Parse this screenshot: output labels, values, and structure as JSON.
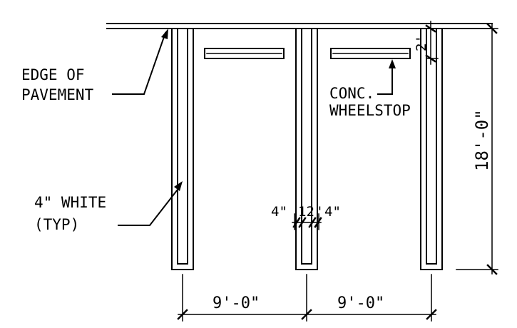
{
  "labels": {
    "edge_line1": "EDGE OF",
    "edge_line2": "PAVEMENT",
    "wheelstop_line1": "CONC.",
    "wheelstop_line2": "WHEELSTOP",
    "stripe_line1": "4\" WHITE",
    "stripe_line2": "(TYP)"
  },
  "dimensions": {
    "stall_length": "18'-0\"",
    "stop_offset": "2'",
    "stall_width_left": "9'-0\"",
    "stall_width_right": "9'-0\"",
    "stripe_left": "4\"",
    "stripe_gap": "12\"",
    "stripe_right": "4\""
  },
  "colors": {
    "line": "#000000",
    "background": "#ffffff"
  }
}
